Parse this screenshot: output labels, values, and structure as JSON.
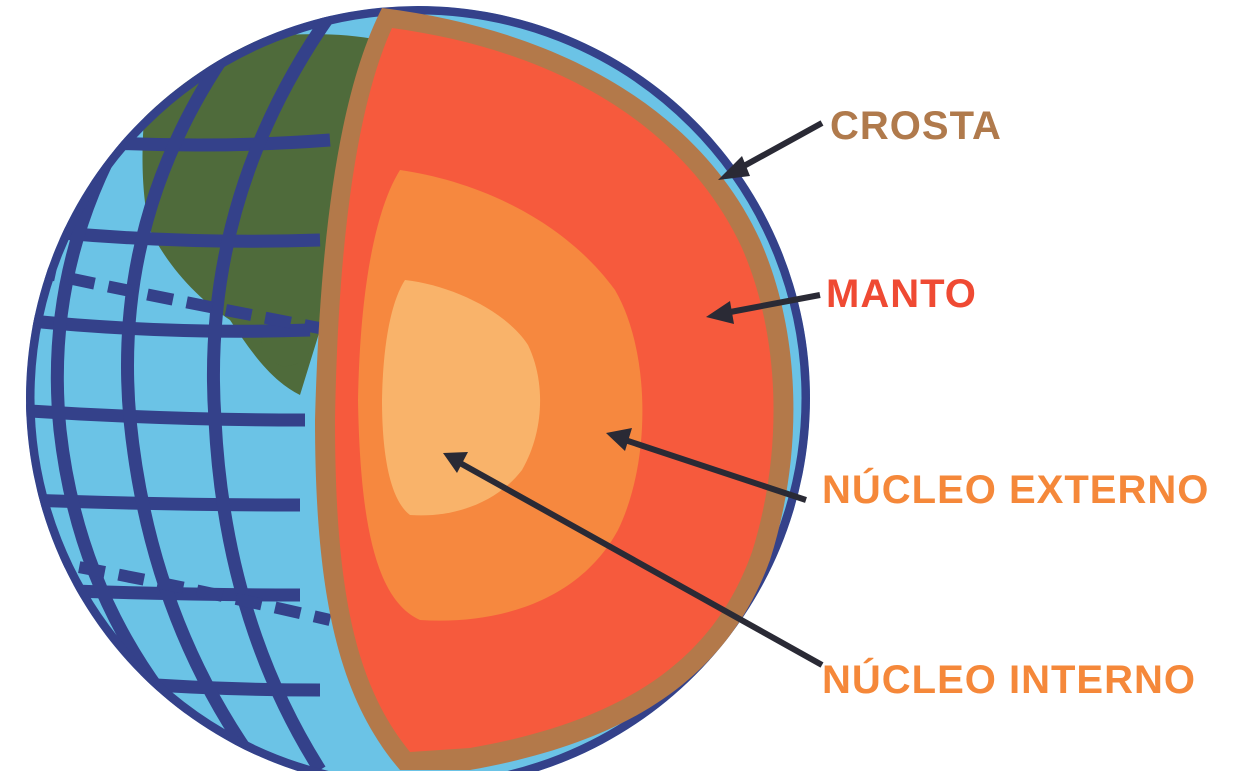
{
  "labels": {
    "crust": "CROSTA",
    "mantle": "MANTO",
    "outer_core": "NÚCLEO EXTERNO",
    "inner_core": "NÚCLEO INTERNO"
  },
  "colors": {
    "crust": "#b3794a",
    "mantle": "#f65a3d",
    "mantle_edge": "#f4452d",
    "outer_core": "#f6883f",
    "inner_core": "#f9b36a",
    "ocean": "#6bc3e6",
    "grid": "#34418a",
    "land": "#4f6b3b",
    "arrow": "#2a2a35",
    "label_crust": "#b07a4c",
    "label_mantle": "#ef4a33",
    "label_core": "#f5883a"
  }
}
